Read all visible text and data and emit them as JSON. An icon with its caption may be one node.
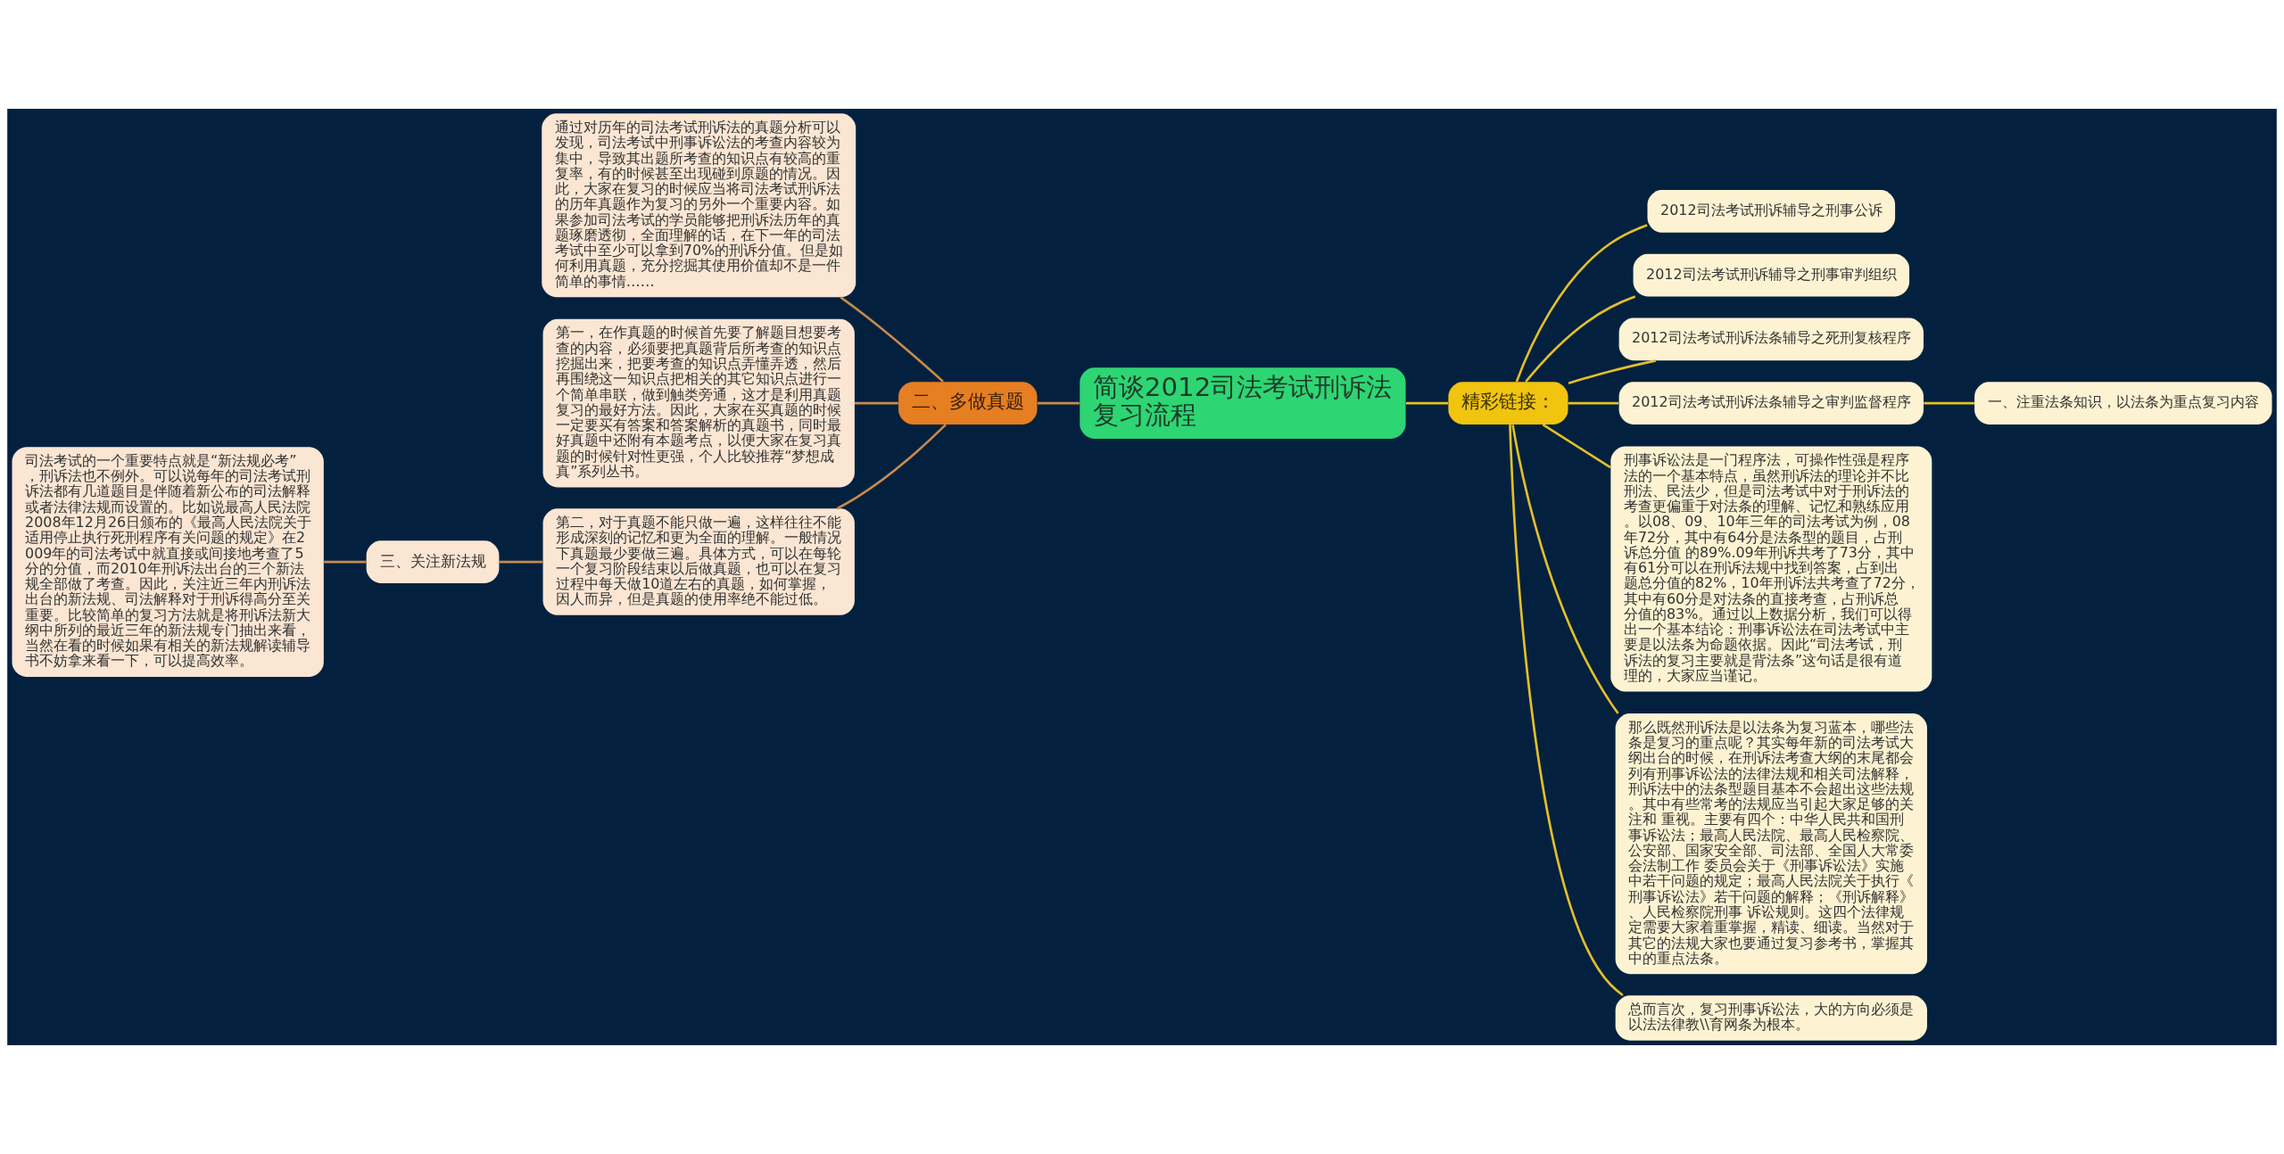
{
  "diagram": {
    "nodes": [
      {
        "text": [
          "简谈2012司法考试刑诉法复习流程"
        ]
      },
      {
        "text": [
          "二、多做真题"
        ]
      },
      {
        "text": [
          "通过对历年的司法考试刑诉法的真题分析可以发现，司法考试中刑事诉讼法的考查内容较为集中，导致其出题所考查的知识点有较高的重复率，有的时候甚至出现碰到原题的情况。因此，大家在复习的时候应当将司法考试刑诉法的历年真题作为复习的另外一个重要内容。如果参加司法考试的学员能够把刑诉法历年的真题琢磨透彻，全面理解的话，在下一年的司法考试中至少可以拿到70%的刑诉分值。但是如何利用真题，充分挖掘其使用价值却不是一件简单的事情……"
        ]
      },
      {
        "text": [
          "第一，在作真题的时候首先要了解题目想要考查的内容，必须要把真题背后所考查的知识点挖掘出来，把要考查的知识点弄懂弄透，然后再围绕这一知识点把相关的其它知识点进行一个简单串联，做到触类旁通，这才是利用真题复习的最好方法。因此，大家在买真题的时候一定要买有答案和答案解析的真题书，同时最好真题中还附有本题考点，以便大家在复习真题的时候针对性更强，个人比较推荐“梦想成真”系列丛书。"
        ]
      },
      {
        "text": [
          "第二，对于真题不能只做一遍，这样往往不能形成深刻的记忆和更为全面的理解。一般情况下真题最少要做三遍。具体方式，可以在每轮一个复习阶段结束以后做真题，也可以在复习过程中每天做10道左右的真题，如何掌握，因人而异，但是真题的使用率绝不能过低。"
        ]
      },
      {
        "text": [
          "三、关注新法规"
        ]
      },
      {
        "text": [
          "司法考试的一个重要特点就是“新法规必考”，刑诉法也不例外。可以说每年的司法考试刑诉法都有几道题目是伴随着新公布的司法解释或者法律法规而设置的。比如说最高人民法院2008年12月26日颁布的《最高人民法院关于适用停止执行死刑程序有关问题的规定》在2009年的司法考试中就直接或间接地考查了5分的分值，而2010年刑诉法出台的三个新法规全部做了考查。因此，关注近三年内刑诉法出台的新法规、司法解释对于刑诉得高分至关重要。比较简单的复习方法就是将刑诉法新大纲中所列的最近三年的新法规专门抽出来看，当然在看的时候如果有相关的新法规解读辅导书不妨拿来看一下，可以提高效率。"
        ]
      },
      {
        "text": [
          "精彩链接："
        ]
      },
      {
        "text": [
          "2012司法考试刑诉辅导之刑事公诉"
        ]
      },
      {
        "text": [
          "2012司法考试刑诉辅导之刑事审判组织"
        ]
      },
      {
        "text": [
          "2012司法考试刑诉法条辅导之死刑复核程序"
        ]
      },
      {
        "text": [
          "2012司法考试刑诉法条辅导之审判监督程序"
        ]
      },
      {
        "text": [
          "一、注重法条知识，以法条为重点复习内容"
        ]
      },
      {
        "text": [
          "刑事诉讼法是一门程序法，可操作性强是程序法的一个基本特点，虽然刑诉法的理论并不比刑法、民法少，但是司法考试中对于刑诉法的考查更偏重于对法条的理解、记忆和熟练应用。以08、09、10年三年的司法考试为例，08年72分，其中有64分是法条型的题目，占刑诉总分值 的89%.09年刑诉共考了73分，其中有61分可以在刑诉法规中找到答案，占到出题总分值的82%，10年刑诉法共考查了72分，其中有60分是对法条的直接考查，占刑诉总分值的83%。通过以上数据分析，我们可以得出一个基本结论：刑事诉讼法在司法考试中主要是以法条为命题依据。因此“司法考试，刑诉法的复习主要就是背法条”这句话是很有道理的，大家应当谨记。"
        ]
      },
      {
        "text": [
          "那么既然刑诉法是以法条为复习蓝本，哪些法条是复习的重点呢？其实每年新的司法考试大纲出台的时候，在刑诉法考查大纲的末尾都会列有刑事诉讼法的法律法规和相关司法解释，刑诉法中的法条型题目基本不会超出这些法规。其中有些常考的法规应当引起大家足够的关注和 重视。主要有四个：中华人民共和国刑事诉讼法；最高人民法院、最高人民检察院、公安部、国家安全部、司法部、全国人大常委会法制工作 委员会关于《刑事诉讼法》实施中若干问题的规定；最高人民法院关于执行《刑事诉讼法》若干问题的解释；《刑诉解释》、人民检察院刑事 诉讼规则。这四个法律规定需要大家着重掌握，精读、细读。当然对于其它的法规大家也要通过复习参考书，掌握其中的重点法条。"
        ]
      },
      {
        "text": [
          "总而言次，复习刑事诉讼法，大的方向必须是以法法律教\\\\育网条为根本。"
        ]
      }
    ],
    "edges": [
      {
        "from": 1,
        "to": 0,
        "arrow": "none",
        "color": "#c98a4b"
      },
      {
        "from": 2,
        "to": 1,
        "arrow": "none",
        "color": "#c98a4b"
      },
      {
        "from": 3,
        "to": 1,
        "arrow": "none",
        "color": "#c98a4b"
      },
      {
        "from": 4,
        "to": 1,
        "arrow": "none",
        "color": "#c98a4b"
      },
      {
        "from": 5,
        "to": 4,
        "arrow": "none",
        "color": "#c98a4b"
      },
      {
        "from": 6,
        "to": 5,
        "arrow": "none",
        "color": "#c98a4b"
      },
      {
        "from": 0,
        "to": 7,
        "arrow": "none"
      },
      {
        "from": 7,
        "to": 8,
        "arrow": "none"
      },
      {
        "from": 7,
        "to": 9,
        "arrow": "none"
      },
      {
        "from": 7,
        "to": 10,
        "arrow": "none"
      },
      {
        "from": 7,
        "to": 11,
        "arrow": "none"
      },
      {
        "from": 11,
        "to": 12,
        "arrow": "none"
      },
      {
        "from": 7,
        "to": 13,
        "arrow": "none"
      },
      {
        "from": 7,
        "to": 14,
        "arrow": "none"
      },
      {
        "from": 7,
        "to": 15,
        "arrow": "none"
      }
    ]
  }
}
